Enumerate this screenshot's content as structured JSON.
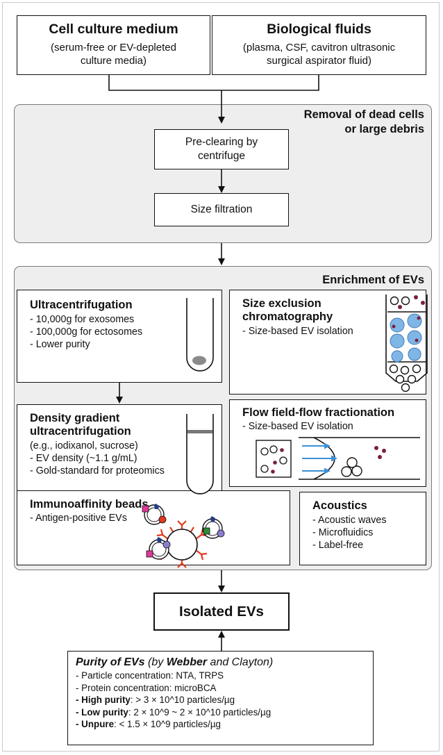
{
  "sources": [
    {
      "title": "Cell culture medium",
      "subtitle_lines": [
        "(serum-free or EV-depleted",
        "culture media)"
      ]
    },
    {
      "title": "Biological fluids",
      "subtitle_lines": [
        "(plasma, CSF, cavitron ultrasonic",
        "surgical aspirator fluid)"
      ]
    }
  ],
  "removal": {
    "title_lines": [
      "Removal of dead cells",
      "or large debris"
    ],
    "step1_lines": [
      "Pre-clearing by",
      "centrifuge"
    ],
    "step2": "Size filtration"
  },
  "enrichment": {
    "title": "Enrichment of EVs",
    "methods": {
      "ultracentrifugation": {
        "title": "Ultracentrifugation",
        "lines": [
          "- 10,000g for exosomes",
          "- 100,000g for ectosomes",
          "- Lower purity"
        ]
      },
      "sec": {
        "title_lines": [
          "Size exclusion",
          "chromatography"
        ],
        "lines": [
          "- Size-based EV isolation"
        ]
      },
      "density": {
        "title_lines": [
          "Density gradient",
          "ultracentrifugation"
        ],
        "lines": [
          "(e.g., iodixanol, sucrose)",
          "- EV density (~1.1 g/mL)",
          "- Gold-standard for proteomics"
        ]
      },
      "flow": {
        "title": "Flow field-flow fractionation",
        "lines": [
          "- Size-based EV isolation"
        ]
      },
      "immuno": {
        "title": "Immunoaffinity beads",
        "lines": [
          "- Antigen-positive EVs"
        ]
      },
      "acoustics": {
        "title": "Acoustics",
        "lines": [
          "- Acoustic waves",
          "- Microfluidics",
          "- Label-free"
        ]
      }
    }
  },
  "isolated": "Isolated EVs",
  "purity": {
    "title_a": "Purity of EVs",
    "title_b": " (by ",
    "title_c": "Webber",
    "title_d": " and Clayton)",
    "lines": [
      {
        "bold": "",
        "text": "- Particle concentration: NTA, TRPS"
      },
      {
        "bold": "",
        "text": "- Protein concentration: microBCA"
      },
      {
        "bold": "- High purity",
        "text": ": > 3 × 10^10 particles/µg"
      },
      {
        "bold": "- Low purity",
        "text": ": 2 × 10^9 ~ 2 × 10^10 particles/µg"
      },
      {
        "bold": "- Unpure",
        "text": ":  < 1.5 × 10^9 particles/µg"
      }
    ]
  },
  "colors": {
    "panel_bg": "#eeeeee",
    "bead_blue": "#7fb6e6",
    "particle_red": "#7a1f3d",
    "antibody_red": "#e2381b",
    "arrow_blue": "#3b8fd6"
  }
}
